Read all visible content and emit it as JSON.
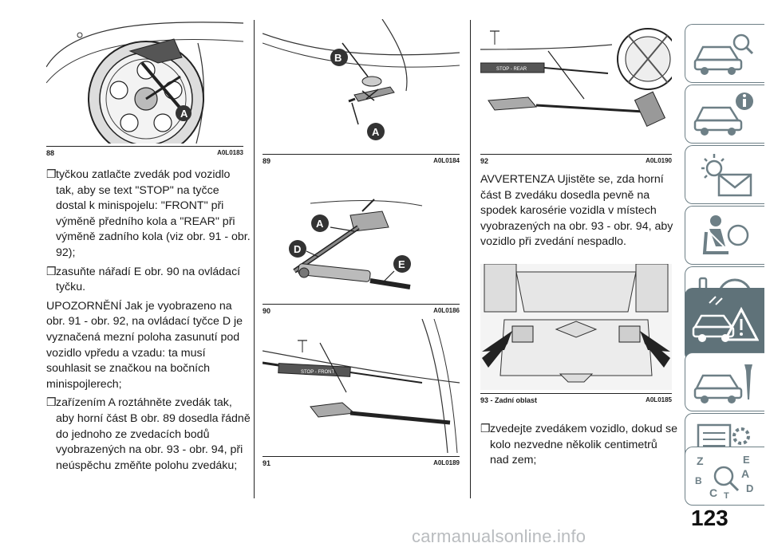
{
  "figures": {
    "f88": {
      "num": "88",
      "code": "A0L0183"
    },
    "f89": {
      "num": "89",
      "code": "A0L0184"
    },
    "f90": {
      "num": "90",
      "code": "A0L0186"
    },
    "f91": {
      "num": "91",
      "code": "A0L0189"
    },
    "f92": {
      "num": "92",
      "code": "A0L0190"
    },
    "f93": {
      "num": "93 - Zadní oblast",
      "code": "A0L0185"
    }
  },
  "labels": {
    "A": "A",
    "B": "B",
    "D": "D",
    "E": "E"
  },
  "jack_stickers": {
    "rear": "STOP - REAR",
    "front": "STOP - FRONT"
  },
  "sidebar_letters": {
    "z": "Z",
    "e": "E",
    "b": "B",
    "a": "A",
    "c": "C",
    "t": "T",
    "d": "D"
  },
  "text": {
    "bullet": "❒",
    "b1": "tyčkou zatlačte zvedák pod vozidlo tak, aby se text \"STOP\" na tyčce dostal k minispojelu: \"FRONT\" při výměně předního kola a \"REAR\" při výměně zadního kola (viz obr. 91 - obr. 92);",
    "b2": "zasuňte nářadí E obr. 90 na ovládací tyčku.",
    "note1": "UPOZORNĚNÍ Jak je vyobrazeno na obr. 91 - obr. 92, na ovládací tyčce D je vyznačená mezní poloha zasunutí pod vozidlo vpředu a vzadu: ta musí souhlasit se značkou  na bočních minispojlerech;",
    "b3": "zařízením A roztáhněte zvedák tak, aby horní část B obr. 89 dosedla řádně do jednoho ze zvedacích bodů vyobrazených na obr. 93 - obr. 94, při neúspěchu změňte polohu zvedáku;",
    "note2": "AVVERTENZA Ujistěte se, zda horní část B zvedáku dosedla pevně na spodek karosérie vozidla v místech vyobrazených na obr. 93 - obr. 94, aby vozidlo při zvedání nespadlo.",
    "b4": "zvedejte zvedákem vozidlo, dokud se kolo nezvedne několik centimetrů nad zem;"
  },
  "page_number": "123",
  "watermark": "carmanualsonline.info"
}
